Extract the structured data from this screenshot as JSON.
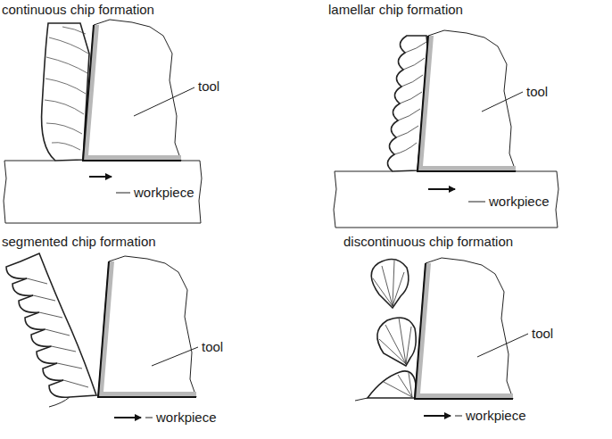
{
  "diagram": {
    "labels": [
      "continuous chip formation",
      "tool",
      "workpiece",
      "lamellar chip formation",
      "tool",
      "workpiece",
      "segmented chip formation",
      "tool",
      "workpiece",
      "discontinuous chip formation",
      "tool",
      "workpiece"
    ]
  }
}
